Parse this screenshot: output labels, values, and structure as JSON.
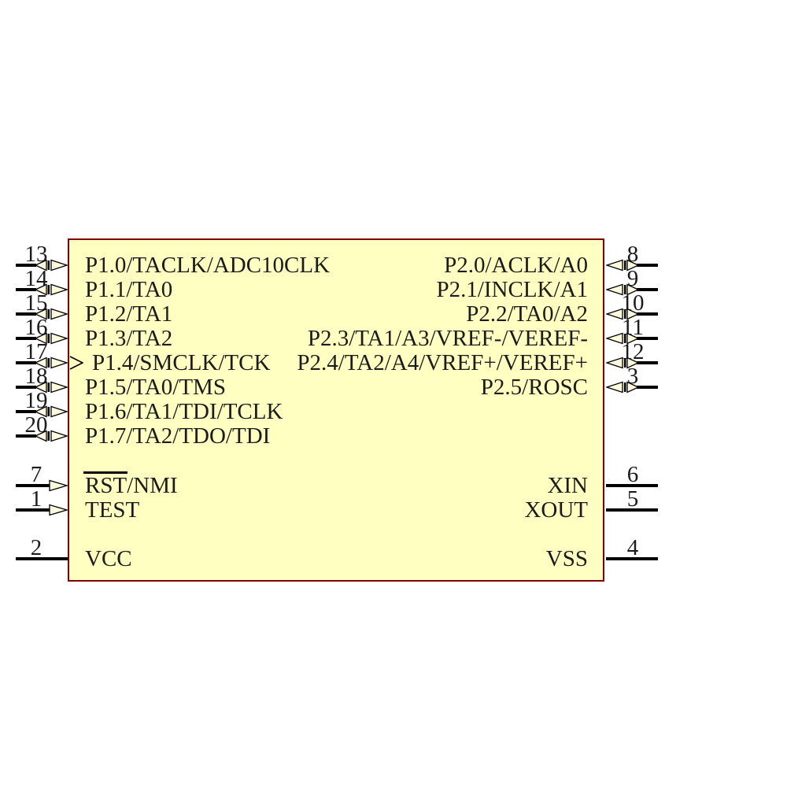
{
  "component": {
    "kind": "schematic-ic-symbol",
    "colors": {
      "body_fill": "#FFFFC2",
      "body_border": "#7F0000",
      "wire": "#000000",
      "arrow_fill": "#FFFBDC",
      "text": "#1B1B1B"
    }
  },
  "pins": {
    "left": [
      {
        "number": "13",
        "label": "P1.0/TACLK/ADC10CLK",
        "type": "bidirectional"
      },
      {
        "number": "14",
        "label": "P1.1/TA0",
        "type": "bidirectional"
      },
      {
        "number": "15",
        "label": "P1.2/TA1",
        "type": "bidirectional"
      },
      {
        "number": "16",
        "label": "P1.3/TA2",
        "type": "bidirectional"
      },
      {
        "number": "17",
        "label": "P1.4/SMCLK/TCK",
        "type": "bidirectional",
        "clock": true
      },
      {
        "number": "18",
        "label": "P1.5/TA0/TMS",
        "type": "bidirectional"
      },
      {
        "number": "19",
        "label": "P1.6/TA1/TDI/TCLK",
        "type": "bidirectional"
      },
      {
        "number": "20",
        "label": "P1.7/TA2/TDO/TDI",
        "type": "bidirectional"
      },
      {
        "number": "7",
        "label_overlined": "RST",
        "label_rest": "/NMI",
        "type": "input"
      },
      {
        "number": "1",
        "label": "TEST",
        "type": "input"
      },
      {
        "number": "2",
        "label": "VCC",
        "type": "power"
      }
    ],
    "right": [
      {
        "number": "8",
        "label": "P2.0/ACLK/A0",
        "type": "bidirectional"
      },
      {
        "number": "9",
        "label": "P2.1/INCLK/A1",
        "type": "bidirectional"
      },
      {
        "number": "10",
        "label": "P2.2/TA0/A2",
        "type": "bidirectional"
      },
      {
        "number": "11",
        "label": "P2.3/TA1/A3/VREF-/VEREF-",
        "type": "bidirectional"
      },
      {
        "number": "12",
        "label": "P2.4/TA2/A4/VREF+/VEREF+",
        "type": "bidirectional"
      },
      {
        "number": "3",
        "label": "P2.5/ROSC",
        "type": "bidirectional"
      },
      {
        "number": "6",
        "label": "XIN",
        "type": "passive"
      },
      {
        "number": "5",
        "label": "XOUT",
        "type": "passive"
      },
      {
        "number": "4",
        "label": "VSS",
        "type": "power"
      }
    ]
  }
}
